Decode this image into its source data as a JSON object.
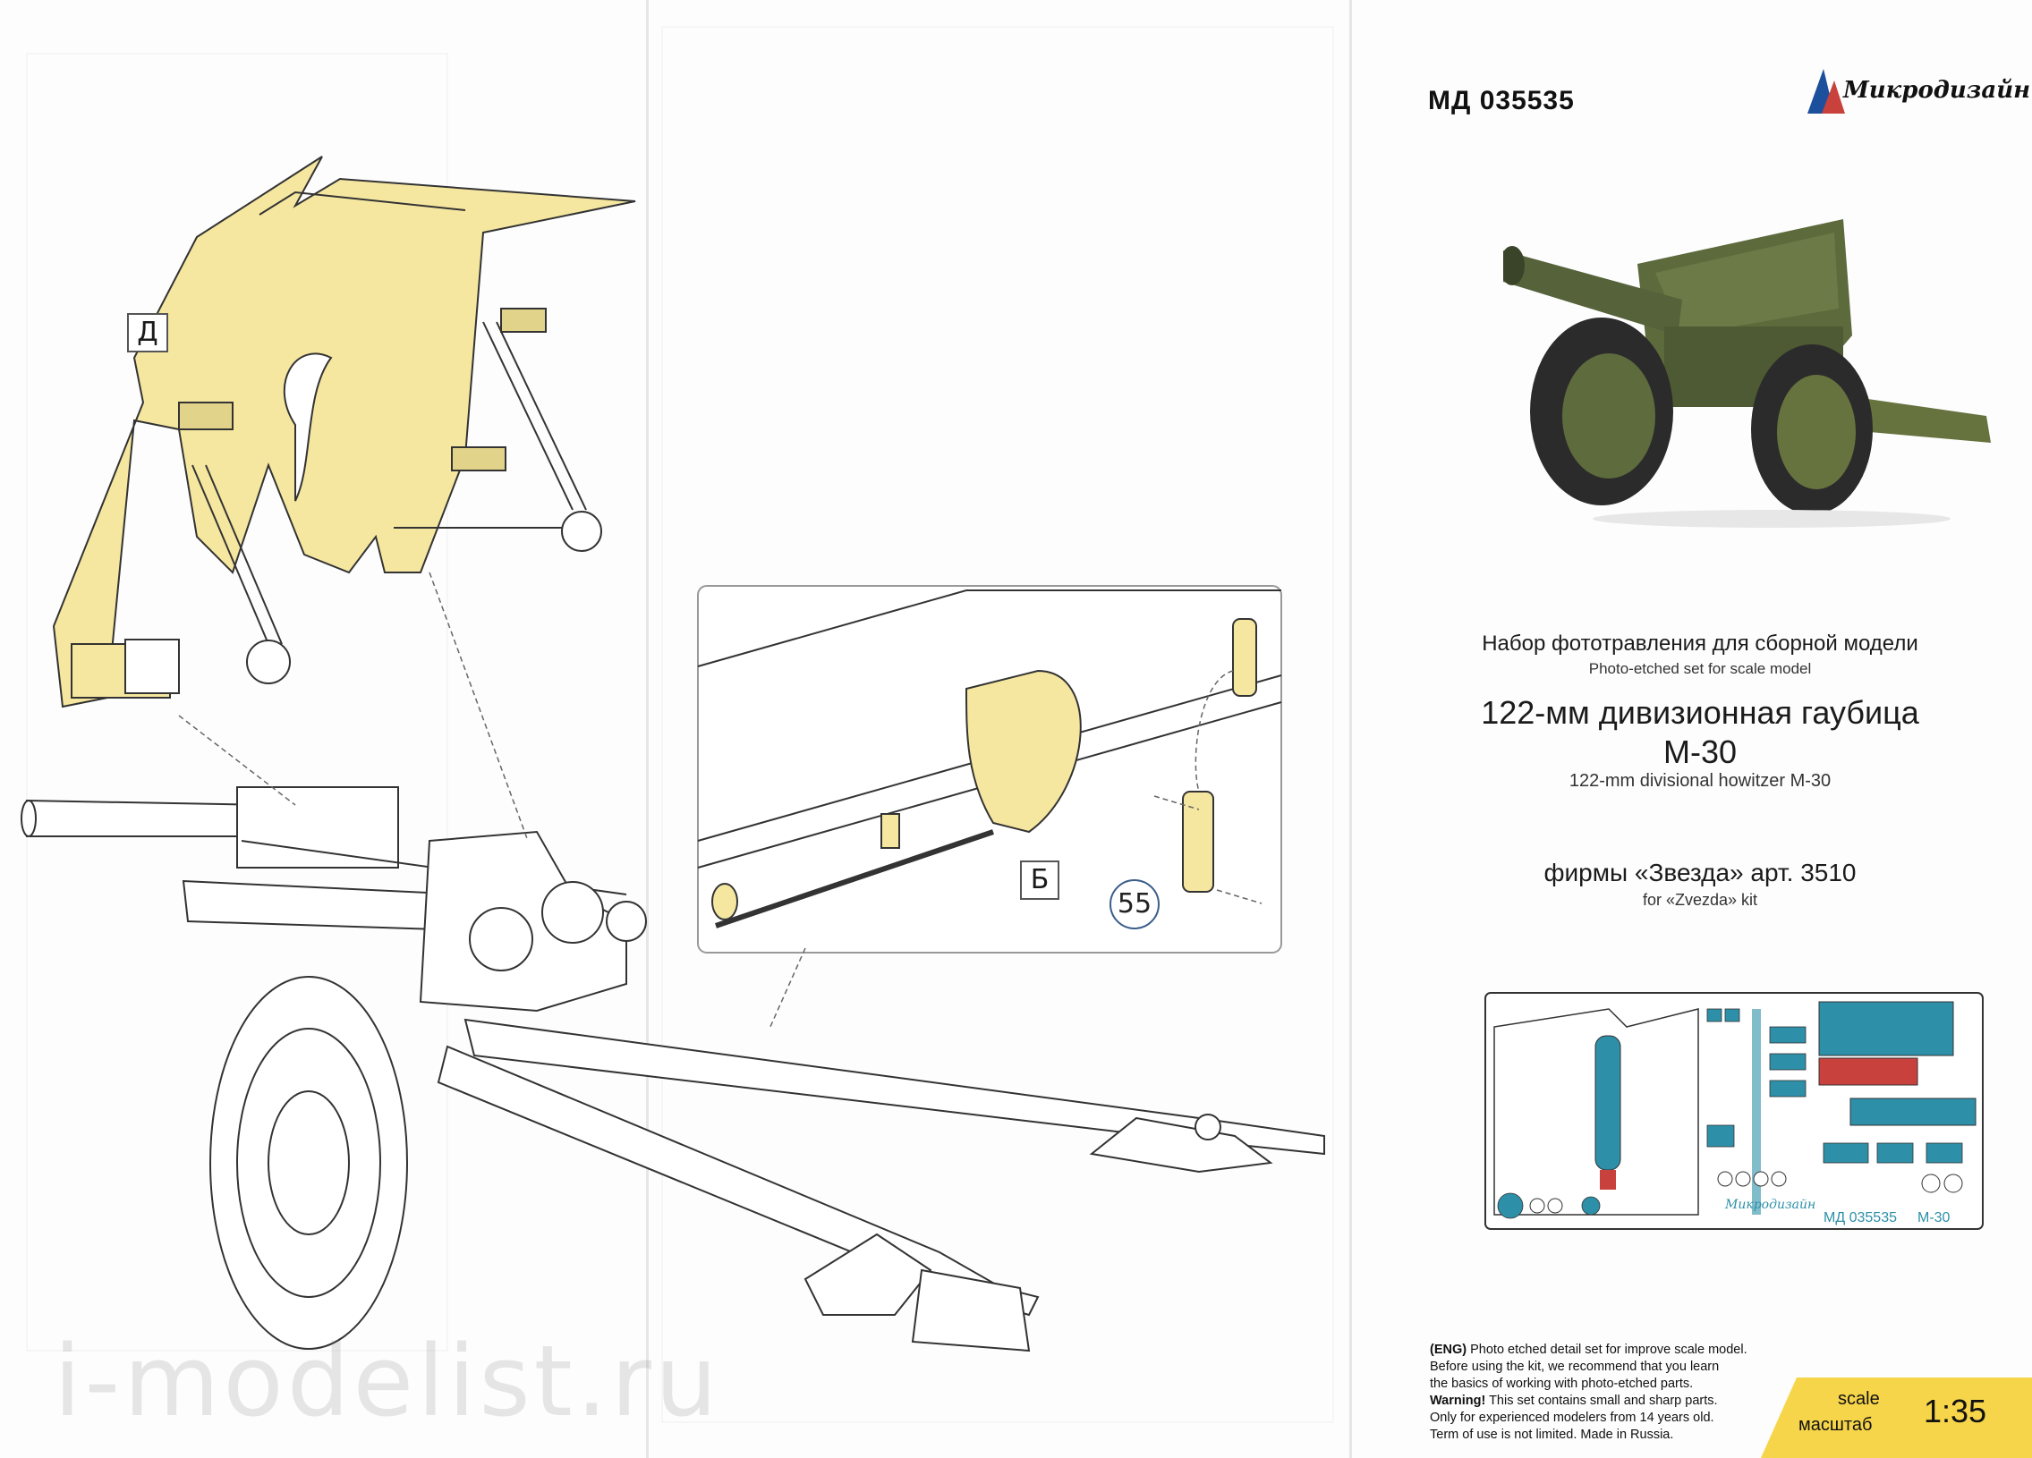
{
  "header": {
    "sku": "МД 035535",
    "brand": "Микродизайн"
  },
  "callouts": {
    "d": "Д",
    "b": "Б",
    "part_55": "55"
  },
  "info": {
    "set_ru": "Набор фототравления для сборной модели",
    "set_en": "Photo-etched set for scale model",
    "title_ru_line1": "122-мм дивизионная гаубица",
    "title_ru_line2": "М-30",
    "title_en": "122-mm divisional howitzer M-30",
    "kit_ru": "фирмы «Звезда» арт. 3510",
    "kit_en": "for «Zvezda» kit"
  },
  "fret": {
    "brand": "Микродизайн",
    "code": "МД 035535",
    "model": "М-30"
  },
  "notes": {
    "eng_tag": "(ENG)",
    "line1": " Photo etched detail set for improve scale model.",
    "line2": "Before using the kit, we recommend that you learn",
    "line3": "the basics of working with photo-etched parts.",
    "warn_tag": "Warning!",
    "line4": " This set contains small and sharp parts.",
    "line5": "Only for experienced modelers from 14 years old.",
    "line6": "Term of use is not limited. Made in Russia."
  },
  "scale": {
    "label_en": "scale",
    "label_ru": "масштаб",
    "value": "1:35"
  },
  "watermark": "i-modelist.ru",
  "colors": {
    "pe_yellow": "#f6e7a0",
    "fret_teal": "#2d8fa8",
    "fret_red": "#c9413c",
    "scale_yellow": "#f7d54a",
    "olive": "#5c6a3c"
  }
}
